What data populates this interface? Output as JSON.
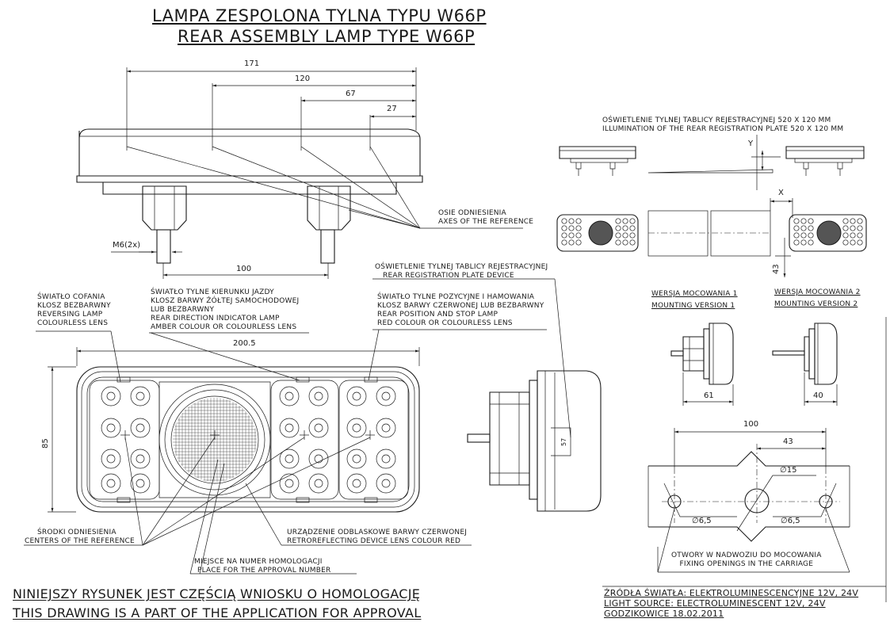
{
  "title": {
    "line1": "LAMPA ZESPOLONA TYLNA  TYPU W66P",
    "line2": "REAR ASSEMBLY LAMP TYPE W66P"
  },
  "top_dims": {
    "d171": "171",
    "d120": "120",
    "d67": "67",
    "d27": "27",
    "d100": "100",
    "m6": "M6(2x)"
  },
  "axes_note": {
    "pl": "OSIE ODNIESIENIA",
    "en": "AXES OF THE REFERENCE"
  },
  "plate_top": {
    "pl": "OŚWIETLENIE TYLNEJ TABLICY REJESTRACYJNEJ 520 X 120 MM",
    "en": "ILLUMINATION OF THE REAR REGISTRATION PLATE 520 X 120 MM",
    "y_label": "Y",
    "x_label": "X",
    "d43": "43"
  },
  "plate_device": {
    "pl": "OŚWIETLENIE TYLNEJ TABLICY REJESTRACYJNEJ",
    "en": "REAR REGISTRATION PLATE DEVICE"
  },
  "reversing": {
    "l1": "ŚWIATŁO COFANIA",
    "l2": "KLOSZ BEZBARWNY",
    "l3": "REVERSING LAMP",
    "l4": "COLOURLESS LENS"
  },
  "indicator": {
    "l1": "ŚWIATŁO TYLNE KIERUNKU JAZDY",
    "l2": "KLOSZ BARWY ŻÓŁTEJ SAMOCHODOWEJ",
    "l3": "LUB BEZBARWNY",
    "l4": "REAR DIRECTION INDICATOR LAMP",
    "l5": "AMBER COLOUR OR COLOURLESS LENS"
  },
  "position": {
    "l1": "ŚWIATŁO TYLNE POZYCYJNE I HAMOWANIA",
    "l2": "KLOSZ BARWY CZERWONEJ  LUB BEZBARWNY",
    "l3": "REAR POSITION AND STOP LAMP",
    "l4": "RED COLOUR OR COLOURLESS LENS"
  },
  "front_dims": {
    "w": "200.5",
    "h": "85"
  },
  "centers": {
    "pl": "ŚRODKI ODNIESIENIA",
    "en": "CENTERS OF THE REFERENCE"
  },
  "retro": {
    "pl": "URZĄDZENIE ODBLASKOWE BARWY CZERWONEJ",
    "en": "RETROREFLECTING DEVICE LENS COLOUR RED"
  },
  "approval_place": {
    "pl": "MIEJSCE NA NUMER HOMOLOGACJI",
    "en": "PLACE FOR THE APPROVAL NUMBER"
  },
  "mount1": {
    "pl": "WERSJA MOCOWANIA 1",
    "en": "MOUNTING VERSION 1",
    "dim": "61"
  },
  "mount2": {
    "pl": "WERSJA MOCOWANIA 2",
    "en": "MOUNTING VERSION 2",
    "dim": "40"
  },
  "fixing": {
    "d100": "100",
    "d43": "43",
    "d15": "∅15",
    "d65a": "∅6,5",
    "d65b": "∅6,5",
    "pl": "OTWORY W NADWOZIU DO MOCOWANIA",
    "en": "FIXING OPENINGS IN THE CARRIAGE"
  },
  "footer": {
    "pl": "NINIEJSZY RYSUNEK JEST CZĘŚCIĄ WNIOSKU O  HOMOLOGACJĘ",
    "en": "THIS DRAWING IS A PART OF THE APPLICATION FOR  APPROVAL"
  },
  "source": {
    "pl": "ŹRÓDŁA ŚWIATŁA: ELEKTROLUMINESCENCYJNE  12V, 24V",
    "en": "LIGHT SOURCE: ELECTROLUMINESCENT  12V, 24V",
    "date": "GODZIKOWICE 18.02.2011"
  },
  "colors": {
    "ink": "#1a1a1a",
    "paper": "#ffffff"
  }
}
